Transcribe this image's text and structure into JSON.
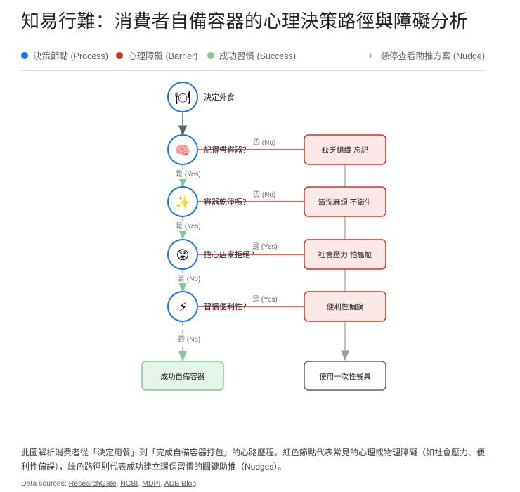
{
  "title": "知易行難：消費者自備容器的心理決策路徑與障礙分析",
  "legend": {
    "items": [
      {
        "label": "決策節點 (Process)",
        "color": "#1a73e8"
      },
      {
        "label": "心理障礙 (Barrier)",
        "color": "#d93025"
      },
      {
        "label": "成功習慣 (Success)",
        "color": "#81c995"
      }
    ],
    "nudge_toggle": {
      "icon": "chevron-left-icon",
      "label": "懸停查看助推方案 (Nudge)"
    }
  },
  "diagram": {
    "colors": {
      "process_stroke": "#1a73e8",
      "barrier_stroke": "#d93025",
      "barrier_fill": "#fce8e6",
      "success_stroke": "#81c995",
      "success_fill": "#e6f4ea",
      "neutral_stroke": "#5f6368",
      "neutral_edge": "#b0b0b0"
    },
    "nodes": [
      {
        "id": "decide",
        "icon": "utensils-plate-icon",
        "glyph": "🍽",
        "label": "決定外食"
      },
      {
        "id": "remember",
        "icon": "brain-icon",
        "glyph": "🧠",
        "label": "記得帶容器？"
      },
      {
        "id": "clean",
        "icon": "sparkles-icon",
        "glyph": "✨",
        "label": "容器乾淨嗎？"
      },
      {
        "id": "worry",
        "icon": "worried-face-icon",
        "glyph": "😟",
        "label": "擔心店家拒絕？"
      },
      {
        "id": "habit",
        "icon": "lightning-icon",
        "glyph": "⚡",
        "label": "習慣便利性？"
      }
    ],
    "barriers": [
      {
        "id": "forget",
        "label": "缺乏組織 忘記",
        "edge_label": "否 (No)"
      },
      {
        "id": "hassle",
        "label": "清洗麻煩 不衛生",
        "edge_label": "否 (No)"
      },
      {
        "id": "social",
        "label": "社會壓力 怕尷尬",
        "edge_label": "是 (Yes)"
      },
      {
        "id": "bias",
        "label": "便利性偏誤",
        "edge_label": "是 (Yes)"
      }
    ],
    "flow_labels": [
      "是 (Yes)",
      "是 (Yes)",
      "否 (No)",
      "否 (No)"
    ],
    "success": {
      "label": "成功自備容器"
    },
    "fallback": {
      "label": "使用一次性餐具"
    }
  },
  "caption": "此圖解析消費者從「決定用餐」到「完成自備容器打包」的心路歷程。紅色節點代表常見的心理或物理障礙（如社會壓力、便利性偏誤），綠色路徑則代表成功建立環保習慣的關鍵助推（Nudges）。",
  "sources": {
    "prefix": "Data sources: ",
    "links": [
      "ResearchGate",
      "NCBI",
      "MDPI",
      "ADB Blog"
    ]
  }
}
